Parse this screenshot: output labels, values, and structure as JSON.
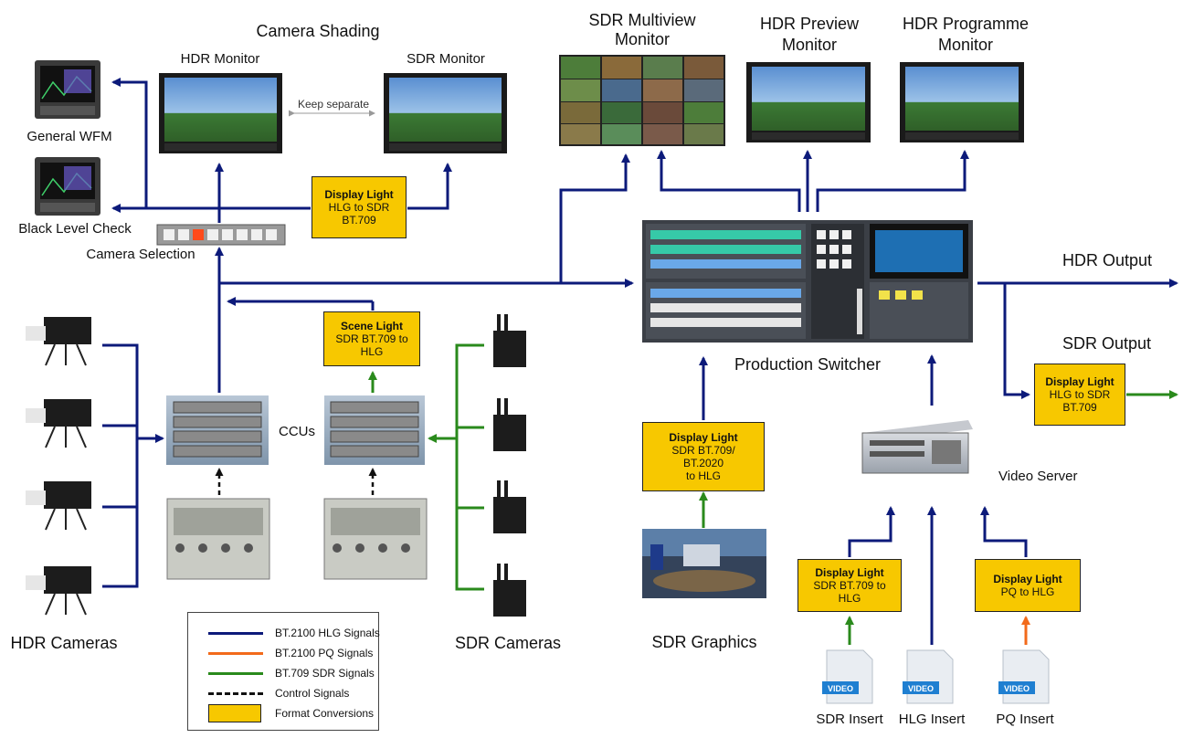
{
  "labels": {
    "camera_shading": "Camera Shading",
    "hdr_monitor": "HDR Monitor",
    "sdr_monitor": "SDR Monitor",
    "keep_separate": "Keep separate",
    "general_wfm": "General WFM",
    "black_level_check": "Black Level Check",
    "camera_selection": "Camera Selection",
    "sdr_multiview_monitor_1": "SDR Multiview",
    "sdr_multiview_monitor_2": "Monitor",
    "hdr_preview_monitor_1": "HDR Preview",
    "hdr_preview_monitor_2": "Monitor",
    "hdr_programme_monitor_1": "HDR Programme",
    "hdr_programme_monitor_2": "Monitor",
    "hdr_output": "HDR Output",
    "sdr_output": "SDR Output",
    "production_switcher": "Production Switcher",
    "ccus": "CCUs",
    "video_server": "Video Server",
    "hdr_cameras": "HDR Cameras",
    "sdr_cameras": "SDR Cameras",
    "sdr_graphics": "SDR Graphics",
    "sdr_insert": "SDR Insert",
    "hlg_insert": "HLG Insert",
    "pq_insert": "PQ Insert",
    "video_tag": "VIDEO"
  },
  "conversions": {
    "display_top": {
      "title": "Display Light",
      "lines": [
        "HLG to SDR",
        "BT.709"
      ]
    },
    "scene": {
      "title": "Scene Light",
      "lines": [
        "SDR BT.709 to",
        "HLG"
      ]
    },
    "output": {
      "title": "Display Light",
      "lines": [
        "HLG to SDR",
        "BT.709"
      ]
    },
    "graphics": {
      "title": "Display Light",
      "lines": [
        "SDR BT.709/",
        "BT.2020",
        "to HLG"
      ]
    },
    "sdr_insert": {
      "title": "Display Light",
      "lines": [
        "SDR BT.709 to",
        "HLG"
      ]
    },
    "pq_insert": {
      "title": "Display Light",
      "lines": [
        "PQ to HLG"
      ]
    }
  },
  "legend": [
    {
      "label": "BT.2100 HLG Signals",
      "color": "#0c1a7a",
      "style": "solid"
    },
    {
      "label": "BT.2100 PQ Signals",
      "color": "#f26a1b",
      "style": "solid"
    },
    {
      "label": "BT.709 SDR Signals",
      "color": "#2a8a1c",
      "style": "solid"
    },
    {
      "label": "Control Signals",
      "color": "#111111",
      "style": "dashed"
    },
    {
      "label": "Format Conversions",
      "color": "#f7c800",
      "style": "box"
    }
  ],
  "colors": {
    "hlg": "#0c1a7a",
    "pq": "#f26a1b",
    "sdr": "#2a8a1c",
    "control": "#111111",
    "conversion": "#f7c800"
  },
  "icons": {
    "monitor": "broadcast-monitor-icon",
    "waveform": "waveform-monitor-icon",
    "camera": "studio-camera-icon",
    "ccu": "ccu-rack-icon",
    "ocp": "operational-control-panel-icon",
    "switcher": "production-switcher-icon",
    "server": "video-server-icon",
    "file": "video-file-icon"
  }
}
